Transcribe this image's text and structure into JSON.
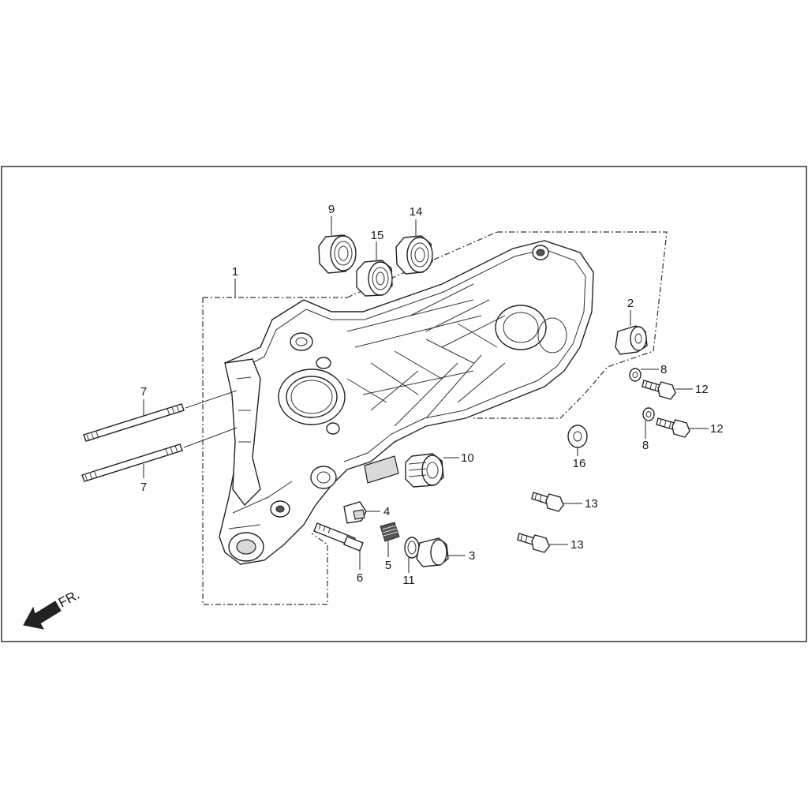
{
  "diagram": {
    "callouts": [
      {
        "id": "c1",
        "text": "1"
      },
      {
        "id": "c2",
        "text": "2"
      },
      {
        "id": "c3",
        "text": "3"
      },
      {
        "id": "c4",
        "text": "4"
      },
      {
        "id": "c5",
        "text": "5"
      },
      {
        "id": "c6",
        "text": "6"
      },
      {
        "id": "c7a",
        "text": "7"
      },
      {
        "id": "c7b",
        "text": "7"
      },
      {
        "id": "c8a",
        "text": "8"
      },
      {
        "id": "c8b",
        "text": "8"
      },
      {
        "id": "c9",
        "text": "9"
      },
      {
        "id": "c10",
        "text": "10"
      },
      {
        "id": "c11",
        "text": "11"
      },
      {
        "id": "c12a",
        "text": "12"
      },
      {
        "id": "c12b",
        "text": "12"
      },
      {
        "id": "c13a",
        "text": "13"
      },
      {
        "id": "c13b",
        "text": "13"
      },
      {
        "id": "c14",
        "text": "14"
      },
      {
        "id": "c15",
        "text": "15"
      },
      {
        "id": "c16",
        "text": "16"
      }
    ],
    "front_label": "FR."
  },
  "colors": {
    "line": "#222222",
    "frame": "#333333",
    "background": "#ffffff"
  }
}
